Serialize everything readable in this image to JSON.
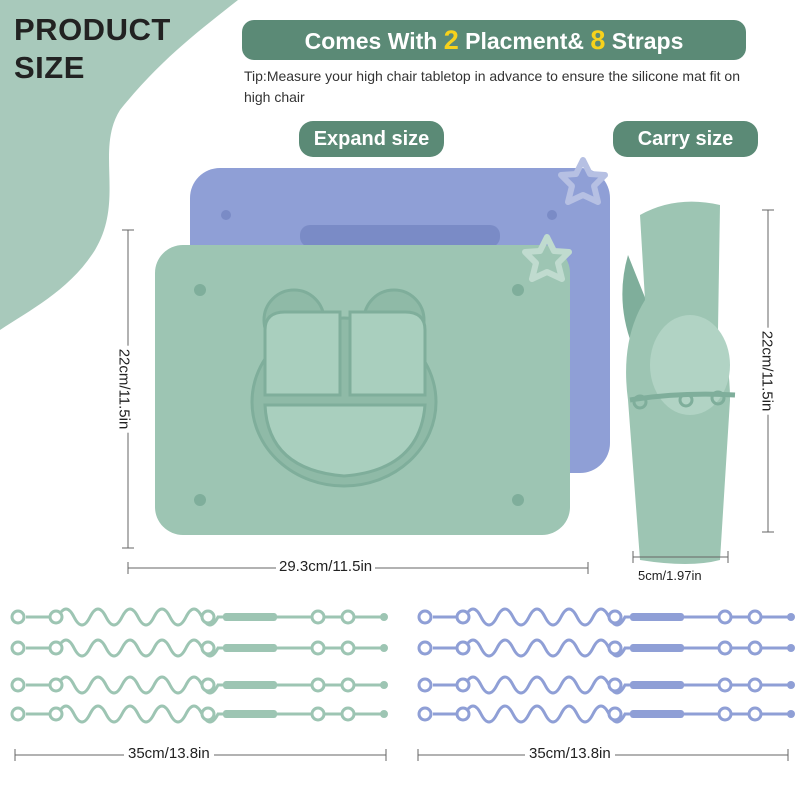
{
  "corner_title": {
    "line1": "PRODUCT",
    "line2": "SIZE"
  },
  "headline": {
    "prefix": "Comes With ",
    "placemat_count": "2",
    "middle": " Placment& ",
    "strap_count": "8",
    "suffix": " Straps"
  },
  "tip": "Tip:Measure your high chair tabletop in advance to ensure the silicone mat fit on high chair",
  "labels": {
    "expand": "Expand size",
    "carry": "Carry size"
  },
  "dimensions": {
    "mat_height": "22cm/11.5in",
    "mat_width": "29.3cm/11.5in",
    "carry_height": "22cm/11.5in",
    "carry_width": "5cm/1.97in",
    "strap_length_left": "35cm/13.8in",
    "strap_length_right": "35cm/13.8in"
  },
  "colors": {
    "accent_green": "#5b8a76",
    "number_yellow": "#f7d21b",
    "mat_green": "#9dc5b3",
    "mat_purple": "#8f9fd6",
    "corner_bg": "#a8c9bb"
  },
  "icons": [
    "star-icon"
  ]
}
